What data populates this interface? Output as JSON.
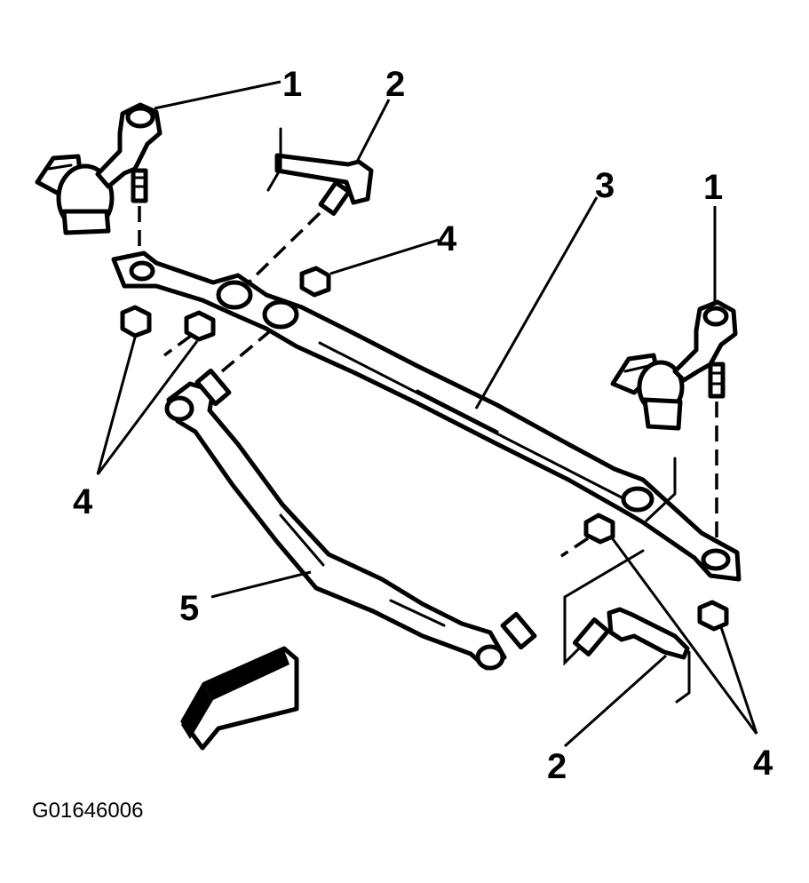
{
  "callouts": {
    "c1_left": "1",
    "c2_top": "2",
    "c3": "3",
    "c4_top": "4",
    "c1_right": "1",
    "c4_left": "4",
    "c5": "5",
    "c2_bottom": "2",
    "c4_bottom": "4"
  },
  "figure_code": "G01646006",
  "colors": {
    "ink": "#000000",
    "paper": "#ffffff"
  },
  "icons": {
    "direction_arrow": "arrow-front-of-vehicle-icon"
  }
}
